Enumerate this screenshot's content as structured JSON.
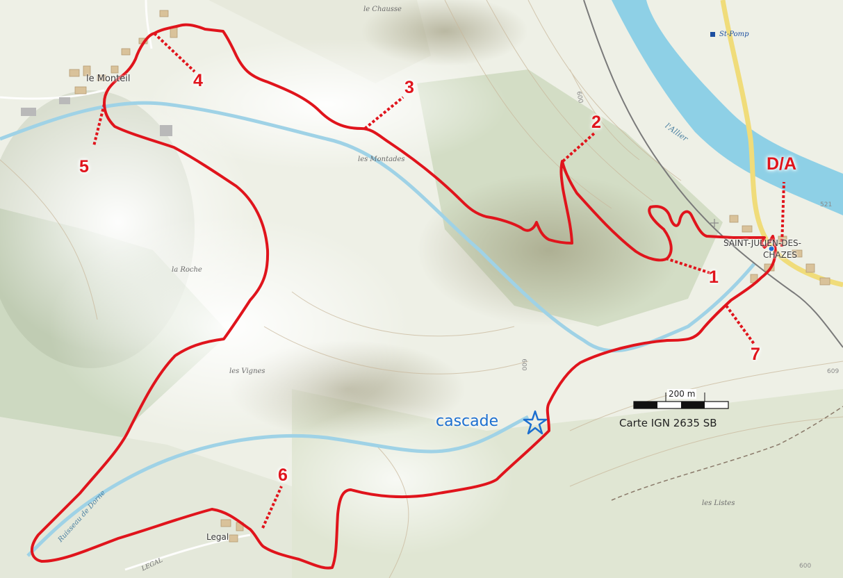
{
  "map": {
    "places": {
      "le_monteil": "le Monteil",
      "le_chausse": "le Chausse",
      "st_pomp": "St-Pomp",
      "l_allier": "l'Allier",
      "les_montades": "les Montades",
      "la_roche": "la Roche",
      "les_vignes": "les Vignes",
      "saint_julien_line1": "SAINT-JULIEN-DES-",
      "saint_julien_line2": "CHAZES",
      "les_listes": "les Listes",
      "legal": "Legal",
      "legal_road": "LEGAL",
      "ruisseau": "Ruisseau de Dorne"
    },
    "elevations": {
      "e600a": "600",
      "e600b": "600",
      "e521": "521",
      "e609": "609",
      "e600c": "600"
    },
    "waypoints": {
      "start": "D/A",
      "p1": "1",
      "p2": "2",
      "p3": "3",
      "p4": "4",
      "p5": "5",
      "p6": "6",
      "p7": "7"
    },
    "cascade_label": "cascade",
    "scale_label": "200 m",
    "source_label": "Carte IGN 2635 SB",
    "colors": {
      "route": "#e0141c",
      "river": "#8ed0e6",
      "stream": "#9fd2e6",
      "road": "#f5e79a",
      "forest": "#c9d8bc",
      "cascade": "#1c6fd0"
    }
  }
}
